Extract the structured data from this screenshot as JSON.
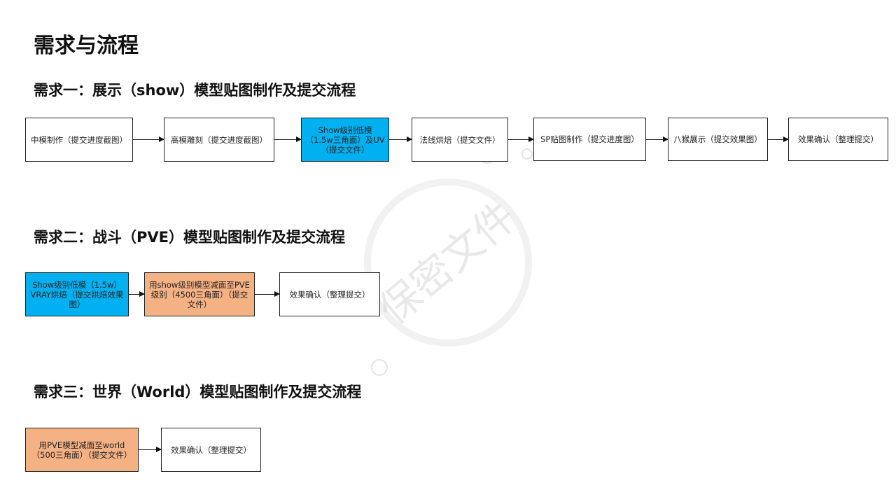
{
  "title": "需求与流程",
  "watermark": "保密文件",
  "sections": [
    {
      "heading": "需求一：展示（show）模型贴图制作及提交流程",
      "steps": [
        "中模制作（提交进度截图）",
        "高模雕刻（提交进度截图）",
        "Show级别低模（1.5w三角面）及UV（提交文件）",
        "法线烘焙（提交文件）",
        "SP贴图制作（提交进度图）",
        "八猴展示（提交效果图）",
        "效果确认（整理提交）"
      ]
    },
    {
      "heading": "需求二：战斗（PVE）模型贴图制作及提交流程",
      "steps": [
        "Show级别低模（1.5w）VRAY烘焙（提交烘焙效果图）",
        "用show级别模型减面至PVE级别（4500三角面）（提交文件）",
        "效果确认（整理提交）"
      ]
    },
    {
      "heading": "需求三：世界（World）模型贴图制作及提交流程",
      "steps": [
        "用PVE模型减面至world（500三角面）（提交文件）",
        "效果确认（整理提交）"
      ]
    }
  ],
  "colors": {
    "blue": "#00B0F0",
    "orange": "#F4B183"
  }
}
